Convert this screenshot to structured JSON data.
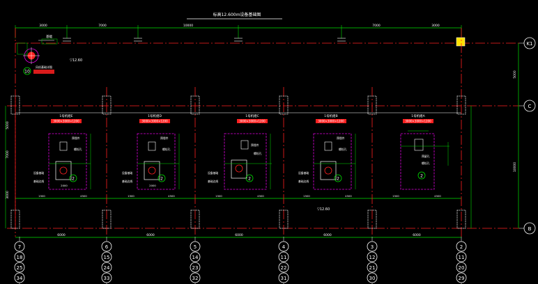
{
  "drawing": {
    "title": "标高12.600m设备基础图",
    "elevation_small": "▽12.60",
    "elevation_mid": "▽12.60",
    "detail_badge": "10",
    "detail_label": "风机基础详图",
    "detail_tag": "基础"
  },
  "grid_rows": [
    {
      "label": "K1"
    },
    {
      "label": "C"
    },
    {
      "label": "B"
    }
  ],
  "grid_cols": [
    {
      "label": "7",
      "stack": [
        "18",
        "25",
        "34"
      ]
    },
    {
      "label": "6",
      "stack": [
        "15",
        "24",
        "33"
      ]
    },
    {
      "label": "5",
      "stack": [
        "14",
        "23",
        "32"
      ]
    },
    {
      "label": "4",
      "stack": [
        "11",
        "22",
        "31"
      ]
    },
    {
      "label": "3",
      "stack": [
        "12",
        "21",
        "30"
      ]
    },
    {
      "label": "2",
      "stack": [
        "11",
        "20",
        "29"
      ]
    }
  ],
  "dims_top": [
    "3000",
    "7000",
    "10000",
    "7000",
    "3000"
  ],
  "dims_bottom": [
    "6000",
    "6000",
    "6000",
    "6000",
    "6000"
  ],
  "dims_right": [
    "5000",
    "10000"
  ],
  "dims_left": [
    "5000",
    "7000",
    "3000"
  ],
  "equipment": [
    {
      "name": "1号机组E",
      "tag": "3000×3000×1200",
      "badge": "2"
    },
    {
      "name": "1号机组D",
      "tag": "3000×3000×1200",
      "badge": "2"
    },
    {
      "name": "1号机组C",
      "tag": "3000×3000×1200",
      "badge": "2"
    },
    {
      "name": "1号机组B",
      "tag": "3000×3000×1200",
      "badge": "2"
    },
    {
      "name": "1号机组A",
      "tag": "3000×3000×1200",
      "badge": "2"
    }
  ],
  "callouts": [
    "预埋件",
    "螺栓孔",
    "设备基础",
    "基础边线",
    "预留孔"
  ],
  "sub_dims": [
    "1500",
    "4500",
    "2000"
  ],
  "colors": {
    "axis": "#ff2020",
    "dim": "#00e000",
    "outline": "#e000e0",
    "text": "#ffffff",
    "column": "#ffffff",
    "tag_bg": "#ff2020"
  }
}
